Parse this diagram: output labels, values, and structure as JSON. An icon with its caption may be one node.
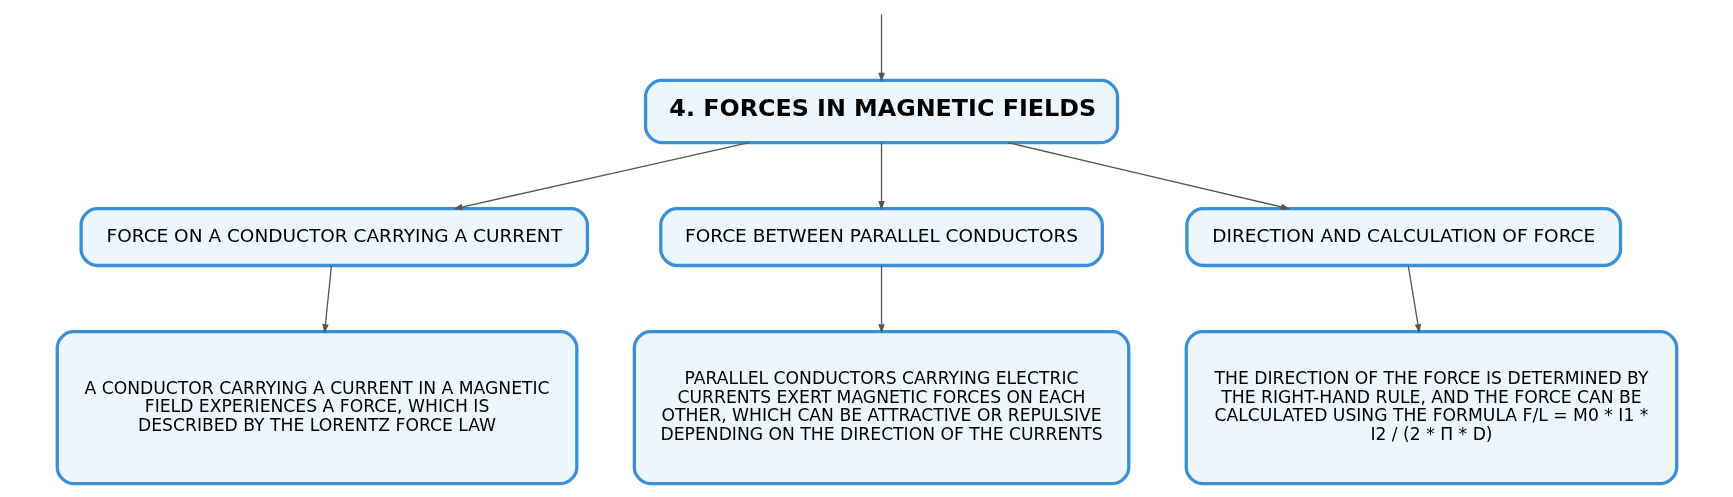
{
  "diagram": {
    "nodes": [
      {
        "text": [
          "4. FORCES IN MAGNETIC FIELDS"
        ]
      },
      {
        "text": [
          "FORCE ON A CONDUCTOR CARRYING A CURRENT"
        ]
      },
      {
        "text": [
          "FORCE BETWEEN PARALLEL CONDUCTORS"
        ]
      },
      {
        "text": [
          "DIRECTION AND CALCULATION OF FORCE"
        ]
      },
      {
        "text": [
          "A CONDUCTOR CARRYING A CURRENT IN A MAGNETIC FIELD EXPERIENCES A FORCE, WHICH IS DESCRIBED BY THE LORENTZ FORCE LAW"
        ]
      },
      {
        "text": [
          "PARALLEL CONDUCTORS CARRYING ELECTRIC CURRENTS EXERT MAGNETIC FORCES ON EACH OTHER, WHICH CAN BE ATTRACTIVE OR REPULSIVE DEPENDING ON THE DIRECTION OF THE CURRENTS"
        ]
      },
      {
        "text": [
          "THE DIRECTION OF THE FORCE IS DETERMINED BY THE RIGHT-HAND RULE, AND THE FORCE CAN BE CALCULATED USING THE FORMULA F/L = Μ0 * I1 * I2 / (2 * Π * D)"
        ]
      }
    ],
    "edges": [
      {
        "from": null,
        "to": 0,
        "arrow": "to"
      },
      {
        "from": 0,
        "to": 1,
        "arrow": "to"
      },
      {
        "from": 0,
        "to": 2,
        "arrow": "to"
      },
      {
        "from": 0,
        "to": 3,
        "arrow": "to"
      },
      {
        "from": 1,
        "to": 4,
        "arrow": "to"
      },
      {
        "from": 2,
        "to": 5,
        "arrow": "to"
      },
      {
        "from": 3,
        "to": 6,
        "arrow": "to"
      }
    ]
  }
}
